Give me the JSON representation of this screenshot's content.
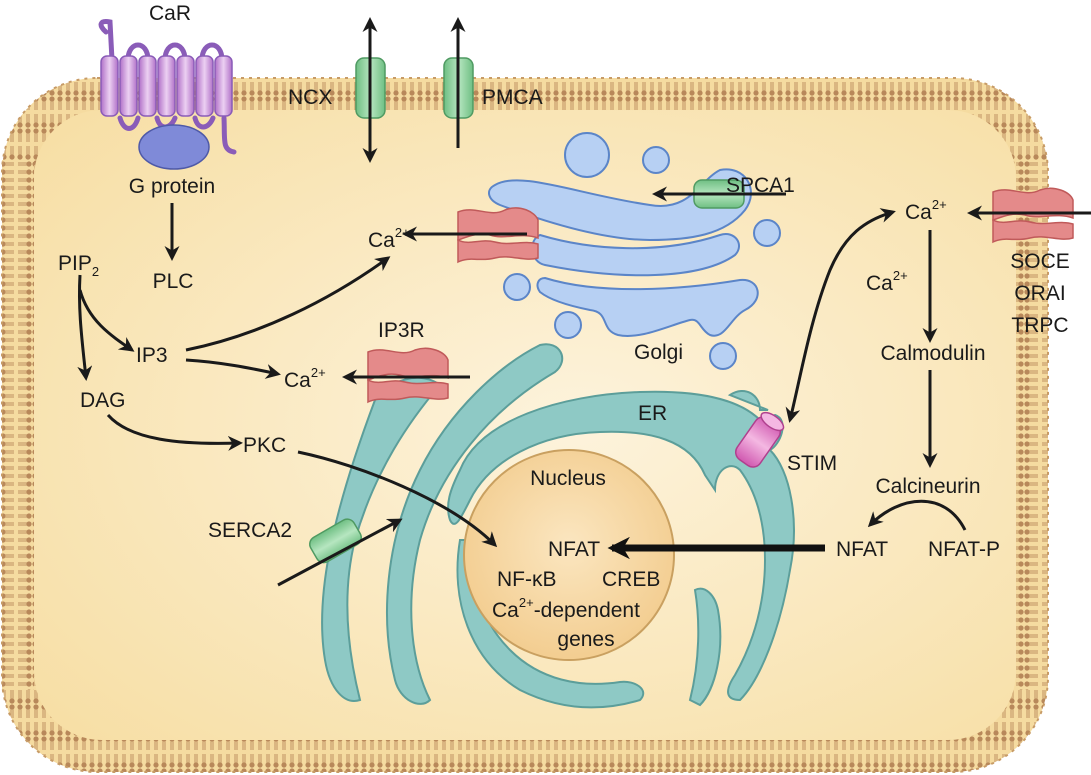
{
  "title": "Calcium signaling pathways in the cell",
  "colors": {
    "cytoplasm": "#f8e4b0",
    "membrane": "#b8885a",
    "golgi": "#b4cdf0",
    "er": "#8cc8c4",
    "nucleus": "#f5d39a",
    "channel_red": "#e07a7a",
    "pump_green": "#8fd49c",
    "stim_pink": "#e080c8",
    "car_purple": "#c48cd8",
    "gprotein_blue": "#7a86d8"
  },
  "labels": {
    "car": "CaR",
    "g_protein": "G protein",
    "plc": "PLC",
    "pip2_main": "PIP",
    "pip2_sub": "2",
    "ip3": "IP3",
    "dag": "DAG",
    "pkc": "PKC",
    "ncx": "NCX",
    "pmca": "PMCA",
    "spca1": "SPCA1",
    "golgi": "Golgi",
    "ip3r": "IP3R",
    "er": "ER",
    "stim": "STIM",
    "serca2": "SERCA2",
    "nucleus": "Nucleus",
    "ca": "Ca",
    "ca_charge": "2+",
    "soce": "SOCE",
    "orai": "ORAI",
    "trpc": "TRPC",
    "calmodulin": "Calmodulin",
    "calcineurin": "Calcineurin",
    "nfat": "NFAT",
    "nfat_p": "NFAT-P",
    "nfat_nucleus": "NFAT",
    "nfkb": "NF-κB",
    "creb": "CREB",
    "ca_dependent_suffix": "-dependent",
    "genes": "genes"
  }
}
